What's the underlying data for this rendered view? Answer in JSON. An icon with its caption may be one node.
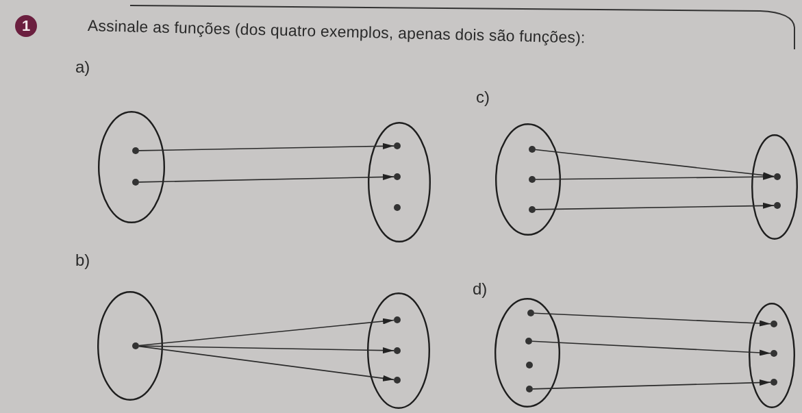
{
  "diagram": {
    "title": "Assinale as funções (dos quatro exemplos, apenas dois são funções):",
    "nodes": [
      {
        "text": [],
        "shape": "ellipse"
      },
      {
        "text": [],
        "shape": "dot",
        "in": 0
      },
      {
        "text": [],
        "shape": "dot",
        "in": 0
      },
      {
        "text": [],
        "shape": "ellipse"
      },
      {
        "text": [],
        "shape": "dot",
        "in": 3
      },
      {
        "text": [],
        "shape": "dot",
        "in": 3
      },
      {
        "text": [],
        "shape": "dot",
        "in": 3
      },
      {
        "text": [],
        "shape": "ellipse"
      },
      {
        "text": [],
        "shape": "dot",
        "in": 7
      },
      {
        "text": [],
        "shape": "dot",
        "in": 7
      },
      {
        "text": [],
        "shape": "dot",
        "in": 7
      },
      {
        "text": [],
        "shape": "ellipse"
      },
      {
        "text": [],
        "shape": "dot",
        "in": 11
      },
      {
        "text": [],
        "shape": "dot",
        "in": 11
      },
      {
        "text": [],
        "shape": "ellipse"
      },
      {
        "text": [],
        "shape": "dot",
        "in": 14
      },
      {
        "text": [],
        "shape": "ellipse"
      },
      {
        "text": [],
        "shape": "dot",
        "in": 16
      },
      {
        "text": [],
        "shape": "dot",
        "in": 16
      },
      {
        "text": [],
        "shape": "dot",
        "in": 16
      },
      {
        "text": [],
        "shape": "ellipse"
      },
      {
        "text": [],
        "shape": "dot",
        "in": 20
      },
      {
        "text": [],
        "shape": "dot",
        "in": 20
      },
      {
        "text": [],
        "shape": "dot",
        "in": 20
      },
      {
        "text": [],
        "shape": "dot",
        "in": 20
      },
      {
        "text": [],
        "shape": "ellipse"
      },
      {
        "text": [],
        "shape": "dot",
        "in": 25
      },
      {
        "text": [],
        "shape": "dot",
        "in": 25
      },
      {
        "text": [],
        "shape": "dot",
        "in": 25
      }
    ],
    "edges": [
      {
        "from": 1,
        "to": 4,
        "arrow": "to"
      },
      {
        "from": 2,
        "to": 5,
        "arrow": "to"
      },
      {
        "from": 8,
        "to": 12,
        "arrow": "to"
      },
      {
        "from": 9,
        "to": 12,
        "arrow": "to"
      },
      {
        "from": 10,
        "to": 13,
        "arrow": "to"
      },
      {
        "from": 15,
        "to": 17,
        "arrow": "to"
      },
      {
        "from": 15,
        "to": 18,
        "arrow": "to"
      },
      {
        "from": 15,
        "to": 19,
        "arrow": "to"
      },
      {
        "from": 21,
        "to": 26,
        "arrow": "to"
      },
      {
        "from": 22,
        "to": 27,
        "arrow": "to"
      },
      {
        "from": 24,
        "to": 28,
        "arrow": "to"
      }
    ],
    "labels": [
      "1",
      "a)",
      "c)",
      "b)",
      "d)"
    ]
  }
}
